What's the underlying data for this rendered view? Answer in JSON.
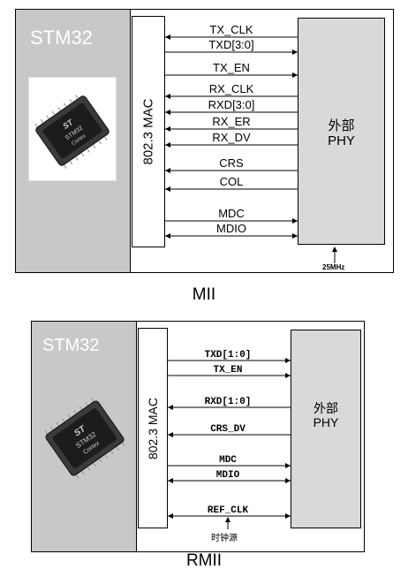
{
  "mii": {
    "mcu_name": "STM32",
    "chip_brand": "ST",
    "chip_text_1": "STM32",
    "chip_text_2": "Cortex",
    "mac_label": "802.3 MAC",
    "phy_label_cn": "外部",
    "phy_label_en": "PHY",
    "caption": "MII",
    "clock_note": "25MHz",
    "signals": [
      {
        "label": "TX_CLK",
        "dir": "to-mac"
      },
      {
        "label": "TXD[3:0]",
        "dir": "to-phy"
      },
      {
        "label": "TX_EN",
        "dir": "to-phy"
      },
      {
        "label": "RX_CLK",
        "dir": "to-mac"
      },
      {
        "label": "RXD[3:0]",
        "dir": "to-mac"
      },
      {
        "label": "RX_ER",
        "dir": "to-mac"
      },
      {
        "label": "RX_DV",
        "dir": "to-mac"
      },
      {
        "label": "CRS",
        "dir": "to-mac"
      },
      {
        "label": "COL",
        "dir": "to-mac"
      },
      {
        "label": "MDC",
        "dir": "to-phy"
      },
      {
        "label": "MDIO",
        "dir": "both"
      }
    ]
  },
  "rmii": {
    "mcu_name": "STM32",
    "chip_brand": "ST",
    "chip_text_1": "STM32",
    "chip_text_2": "Cortex",
    "mac_label": "802.3 MAC",
    "phy_label_cn": "外部",
    "phy_label_en": "PHY",
    "caption": "RMII",
    "clock_note": "时钟源",
    "signals": [
      {
        "label": "TXD[1:0]",
        "dir": "to-phy"
      },
      {
        "label": "TX_EN",
        "dir": "to-phy"
      },
      {
        "label": "RXD[1:0]",
        "dir": "to-mac"
      },
      {
        "label": "CRS_DV",
        "dir": "to-mac"
      },
      {
        "label": "MDC",
        "dir": "to-phy"
      },
      {
        "label": "MDIO",
        "dir": "both"
      },
      {
        "label": "REF_CLK",
        "dir": "both"
      }
    ]
  }
}
